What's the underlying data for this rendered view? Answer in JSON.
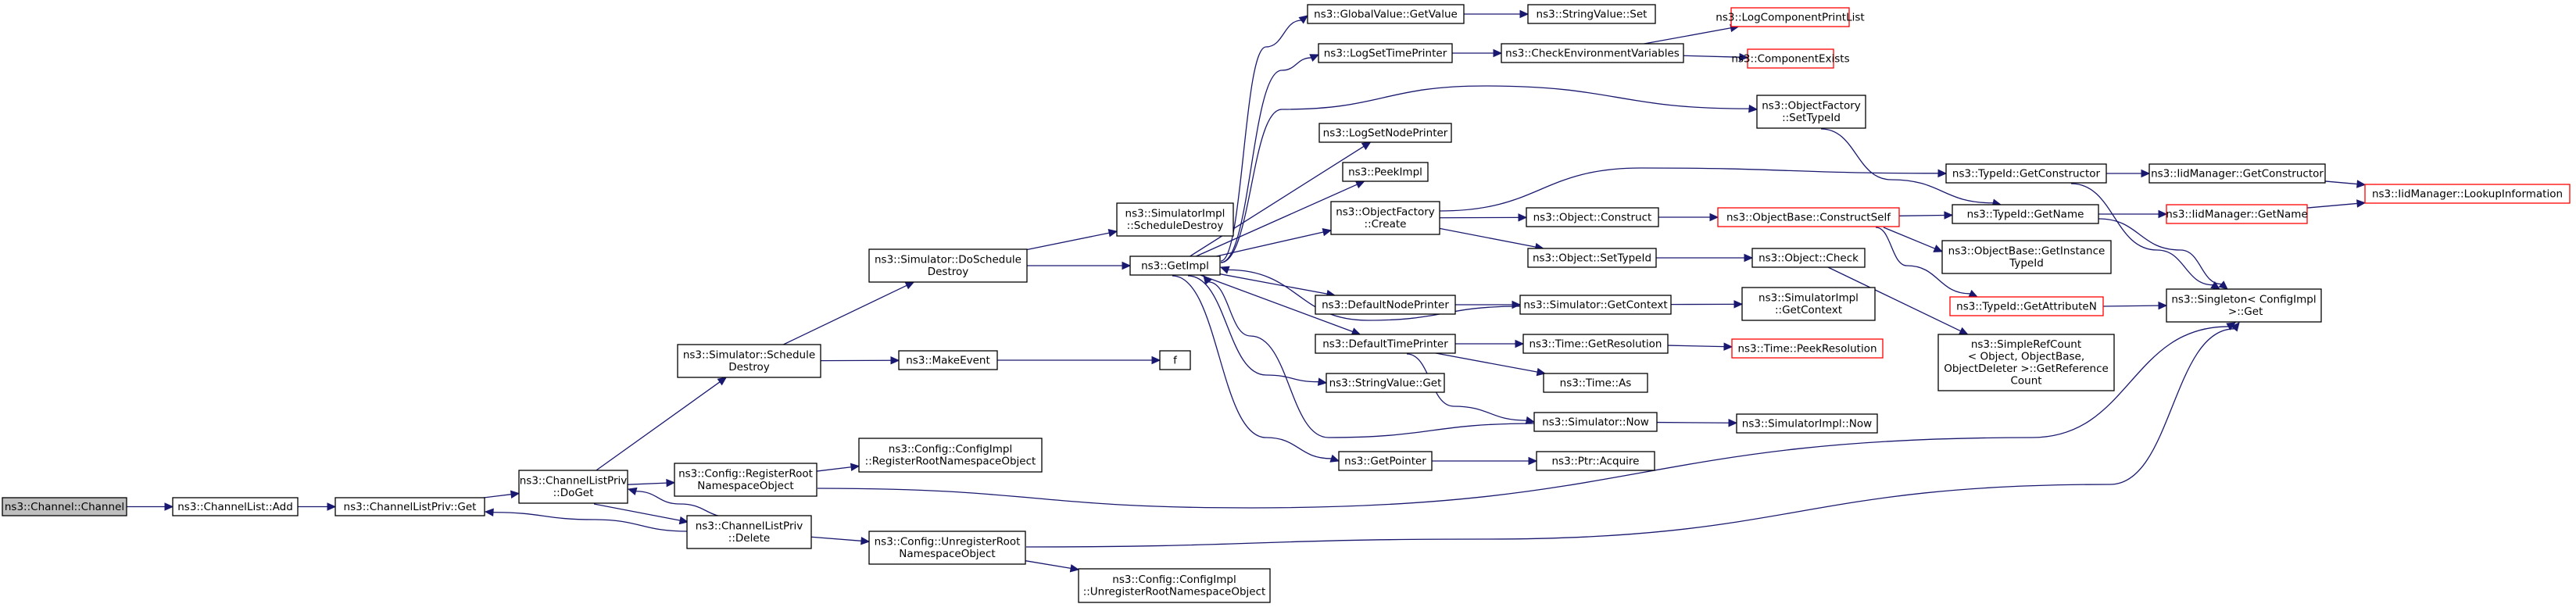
{
  "colors": {
    "edge": "#191970",
    "border_normal": "#000000",
    "border_truncated": "#ff0000",
    "fill_current": "#bfbfbf",
    "background": "#ffffff"
  },
  "nodes": [
    {
      "id": "channel",
      "kind": "current",
      "lines": [
        "ns3::Channel::Channel"
      ]
    },
    {
      "id": "channellist_add",
      "kind": "normal",
      "lines": [
        "ns3::ChannelList::Add"
      ]
    },
    {
      "id": "clp_get",
      "kind": "normal",
      "lines": [
        "ns3::ChannelListPriv::Get"
      ]
    },
    {
      "id": "clp_doget",
      "kind": "normal",
      "lines": [
        "ns3::ChannelListPriv",
        "::DoGet"
      ]
    },
    {
      "id": "clp_delete",
      "kind": "normal",
      "lines": [
        "ns3::ChannelListPriv",
        "::Delete"
      ]
    },
    {
      "id": "sim_schedule_destroy",
      "kind": "normal",
      "lines": [
        "ns3::Simulator::Schedule",
        "Destroy"
      ]
    },
    {
      "id": "cfg_register_root",
      "kind": "normal",
      "lines": [
        "ns3::Config::RegisterRoot",
        "NamespaceObject"
      ]
    },
    {
      "id": "cfg_unregister_root",
      "kind": "normal",
      "lines": [
        "ns3::Config::UnregisterRoot",
        "NamespaceObject"
      ]
    },
    {
      "id": "cfgimpl_register",
      "kind": "normal",
      "lines": [
        "ns3::Config::ConfigImpl",
        "::RegisterRootNamespaceObject"
      ]
    },
    {
      "id": "cfgimpl_unregister",
      "kind": "normal",
      "lines": [
        "ns3::Config::ConfigImpl",
        "::UnregisterRootNamespaceObject"
      ]
    },
    {
      "id": "sim_do_schedule_destroy",
      "kind": "normal",
      "lines": [
        "ns3::Simulator::DoSchedule",
        "Destroy"
      ]
    },
    {
      "id": "make_event",
      "kind": "normal",
      "lines": [
        "ns3::MakeEvent"
      ]
    },
    {
      "id": "f",
      "kind": "normal",
      "lines": [
        "f"
      ]
    },
    {
      "id": "getimpl",
      "kind": "normal",
      "lines": [
        "ns3::GetImpl"
      ]
    },
    {
      "id": "simimpl_schedule_destroy",
      "kind": "normal",
      "lines": [
        "ns3::SimulatorImpl",
        "::ScheduleDestroy"
      ]
    },
    {
      "id": "globalvalue_getvalue",
      "kind": "normal",
      "lines": [
        "ns3::GlobalValue::GetValue"
      ]
    },
    {
      "id": "stringvalue_set",
      "kind": "normal",
      "lines": [
        "ns3::StringValue::Set"
      ]
    },
    {
      "id": "logset_timeprinter",
      "kind": "normal",
      "lines": [
        "ns3::LogSetTimePrinter"
      ]
    },
    {
      "id": "check_env_vars",
      "kind": "normal",
      "lines": [
        "ns3::CheckEnvironmentVariables"
      ]
    },
    {
      "id": "log_component_printlist",
      "kind": "truncated",
      "lines": [
        "ns3::LogComponentPrintList"
      ]
    },
    {
      "id": "component_exists",
      "kind": "truncated",
      "lines": [
        "ns3::ComponentExists"
      ]
    },
    {
      "id": "logset_nodeprinter",
      "kind": "normal",
      "lines": [
        "ns3::LogSetNodePrinter"
      ]
    },
    {
      "id": "peekimpl",
      "kind": "normal",
      "lines": [
        "ns3::PeekImpl"
      ]
    },
    {
      "id": "objfactory_create",
      "kind": "normal",
      "lines": [
        "ns3::ObjectFactory",
        "::Create"
      ]
    },
    {
      "id": "objfactory_settypeid",
      "kind": "normal",
      "lines": [
        "ns3::ObjectFactory",
        "::SetTypeId"
      ]
    },
    {
      "id": "object_construct",
      "kind": "normal",
      "lines": [
        "ns3::Object::Construct"
      ]
    },
    {
      "id": "object_settypeid",
      "kind": "normal",
      "lines": [
        "ns3::Object::SetTypeId"
      ]
    },
    {
      "id": "objbase_constructself",
      "kind": "truncated",
      "lines": [
        "ns3::ObjectBase::ConstructSelf"
      ]
    },
    {
      "id": "object_check",
      "kind": "normal",
      "lines": [
        "ns3::Object::Check"
      ]
    },
    {
      "id": "typeid_getconstructor",
      "kind": "normal",
      "lines": [
        "ns3::TypeId::GetConstructor"
      ]
    },
    {
      "id": "typeid_getname",
      "kind": "normal",
      "lines": [
        "ns3::TypeId::GetName"
      ]
    },
    {
      "id": "objbase_getinstancetypeid",
      "kind": "normal",
      "lines": [
        "ns3::ObjectBase::GetInstance",
        "TypeId"
      ]
    },
    {
      "id": "typeid_getattributen",
      "kind": "truncated",
      "lines": [
        "ns3::TypeId::GetAttributeN"
      ]
    },
    {
      "id": "simplerefcount",
      "kind": "normal",
      "lines": [
        "ns3::SimpleRefCount",
        "< Object, ObjectBase,",
        "ObjectDeleter >::GetReference",
        "Count"
      ]
    },
    {
      "id": "iidmanager_getconstructor",
      "kind": "normal",
      "lines": [
        "ns3::IidManager::GetConstructor"
      ]
    },
    {
      "id": "iidmanager_getname",
      "kind": "truncated",
      "lines": [
        "ns3::IidManager::GetName"
      ]
    },
    {
      "id": "iidmanager_lookupinfo",
      "kind": "truncated",
      "lines": [
        "ns3::IidManager::LookupInformation"
      ]
    },
    {
      "id": "singleton_get",
      "kind": "normal",
      "lines": [
        "ns3::Singleton< ConfigImpl",
        " >::Get"
      ]
    },
    {
      "id": "default_nodeprinter",
      "kind": "normal",
      "lines": [
        "ns3::DefaultNodePrinter"
      ]
    },
    {
      "id": "sim_getcontext",
      "kind": "normal",
      "lines": [
        "ns3::Simulator::GetContext"
      ]
    },
    {
      "id": "simimpl_getcontext",
      "kind": "normal",
      "lines": [
        "ns3::SimulatorImpl",
        "::GetContext"
      ]
    },
    {
      "id": "default_timeprinter",
      "kind": "normal",
      "lines": [
        "ns3::DefaultTimePrinter"
      ]
    },
    {
      "id": "time_getresolution",
      "kind": "normal",
      "lines": [
        "ns3::Time::GetResolution"
      ]
    },
    {
      "id": "time_peekresolution",
      "kind": "truncated",
      "lines": [
        "ns3::Time::PeekResolution"
      ]
    },
    {
      "id": "time_as",
      "kind": "normal",
      "lines": [
        "ns3::Time::As"
      ]
    },
    {
      "id": "stringvalue_get",
      "kind": "normal",
      "lines": [
        "ns3::StringValue::Get"
      ]
    },
    {
      "id": "sim_now",
      "kind": "normal",
      "lines": [
        "ns3::Simulator::Now"
      ]
    },
    {
      "id": "simimpl_now",
      "kind": "normal",
      "lines": [
        "ns3::SimulatorImpl::Now"
      ]
    },
    {
      "id": "getpointer",
      "kind": "normal",
      "lines": [
        "ns3::GetPointer"
      ]
    },
    {
      "id": "ptr_acquire",
      "kind": "normal",
      "lines": [
        "ns3::Ptr::Acquire"
      ]
    }
  ],
  "edges": [
    [
      "channel",
      "channellist_add"
    ],
    [
      "channellist_add",
      "clp_get"
    ],
    [
      "clp_get",
      "clp_doget"
    ],
    [
      "clp_doget",
      "sim_schedule_destroy"
    ],
    [
      "clp_doget",
      "cfg_register_root"
    ],
    [
      "clp_doget",
      "clp_delete"
    ],
    [
      "clp_delete",
      "clp_doget"
    ],
    [
      "clp_delete",
      "clp_get"
    ],
    [
      "clp_delete",
      "cfg_unregister_root"
    ],
    [
      "cfg_register_root",
      "cfgimpl_register"
    ],
    [
      "cfg_register_root",
      "singleton_get"
    ],
    [
      "cfg_unregister_root",
      "cfgimpl_unregister"
    ],
    [
      "cfg_unregister_root",
      "singleton_get"
    ],
    [
      "sim_schedule_destroy",
      "sim_do_schedule_destroy"
    ],
    [
      "sim_schedule_destroy",
      "make_event"
    ],
    [
      "make_event",
      "f"
    ],
    [
      "sim_do_schedule_destroy",
      "getimpl"
    ],
    [
      "sim_do_schedule_destroy",
      "simimpl_schedule_destroy"
    ],
    [
      "getimpl",
      "globalvalue_getvalue"
    ],
    [
      "getimpl",
      "logset_timeprinter"
    ],
    [
      "getimpl",
      "logset_nodeprinter"
    ],
    [
      "getimpl",
      "peekimpl"
    ],
    [
      "getimpl",
      "objfactory_create"
    ],
    [
      "getimpl",
      "objfactory_settypeid"
    ],
    [
      "getimpl",
      "default_nodeprinter"
    ],
    [
      "getimpl",
      "default_timeprinter"
    ],
    [
      "getimpl",
      "stringvalue_get"
    ],
    [
      "getimpl",
      "getpointer"
    ],
    [
      "globalvalue_getvalue",
      "stringvalue_set"
    ],
    [
      "logset_timeprinter",
      "check_env_vars"
    ],
    [
      "check_env_vars",
      "log_component_printlist"
    ],
    [
      "check_env_vars",
      "component_exists"
    ],
    [
      "objfactory_settypeid",
      "typeid_getname"
    ],
    [
      "objfactory_create",
      "object_construct"
    ],
    [
      "objfactory_create",
      "object_settypeid"
    ],
    [
      "objfactory_create",
      "typeid_getconstructor"
    ],
    [
      "object_construct",
      "objbase_constructself"
    ],
    [
      "object_settypeid",
      "object_check"
    ],
    [
      "objbase_constructself",
      "typeid_getname"
    ],
    [
      "objbase_constructself",
      "objbase_getinstancetypeid"
    ],
    [
      "objbase_constructself",
      "typeid_getattributen"
    ],
    [
      "object_check",
      "simplerefcount"
    ],
    [
      "typeid_getconstructor",
      "iidmanager_getconstructor"
    ],
    [
      "typeid_getconstructor",
      "singleton_get"
    ],
    [
      "typeid_getname",
      "iidmanager_getname"
    ],
    [
      "typeid_getname",
      "singleton_get"
    ],
    [
      "typeid_getattributen",
      "singleton_get"
    ],
    [
      "iidmanager_getconstructor",
      "iidmanager_lookupinfo"
    ],
    [
      "iidmanager_getname",
      "iidmanager_lookupinfo"
    ],
    [
      "default_nodeprinter",
      "sim_getcontext"
    ],
    [
      "sim_getcontext",
      "getimpl"
    ],
    [
      "sim_getcontext",
      "simimpl_getcontext"
    ],
    [
      "default_timeprinter",
      "time_getresolution"
    ],
    [
      "default_timeprinter",
      "time_as"
    ],
    [
      "default_timeprinter",
      "sim_now"
    ],
    [
      "time_getresolution",
      "time_peekresolution"
    ],
    [
      "sim_now",
      "getimpl"
    ],
    [
      "sim_now",
      "simimpl_now"
    ],
    [
      "getpointer",
      "ptr_acquire"
    ]
  ]
}
